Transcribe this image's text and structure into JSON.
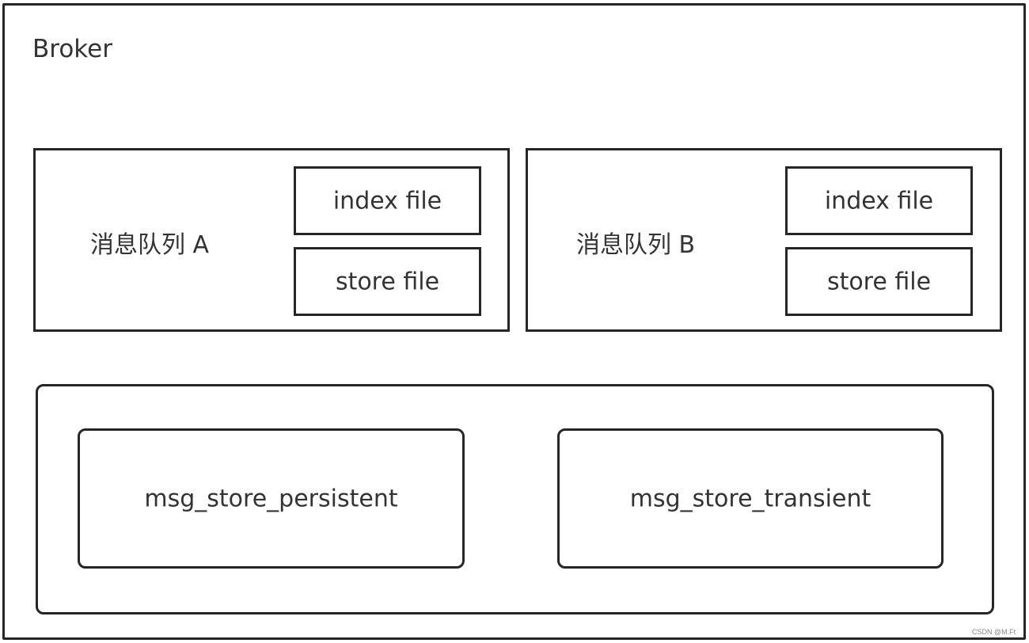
{
  "broker": {
    "title": "Broker"
  },
  "queues": [
    {
      "name": "消息队列 A",
      "files": [
        "index file",
        "store file"
      ]
    },
    {
      "name": "消息队列  B",
      "files": [
        "index file",
        "store file"
      ]
    }
  ],
  "stores": {
    "persistent": "msg_store_persistent",
    "transient": "msg_store_transient"
  },
  "watermark": "CSDN @M.Ft",
  "colors": {
    "border": "#262626",
    "text": "#333333",
    "background": "#ffffff"
  }
}
